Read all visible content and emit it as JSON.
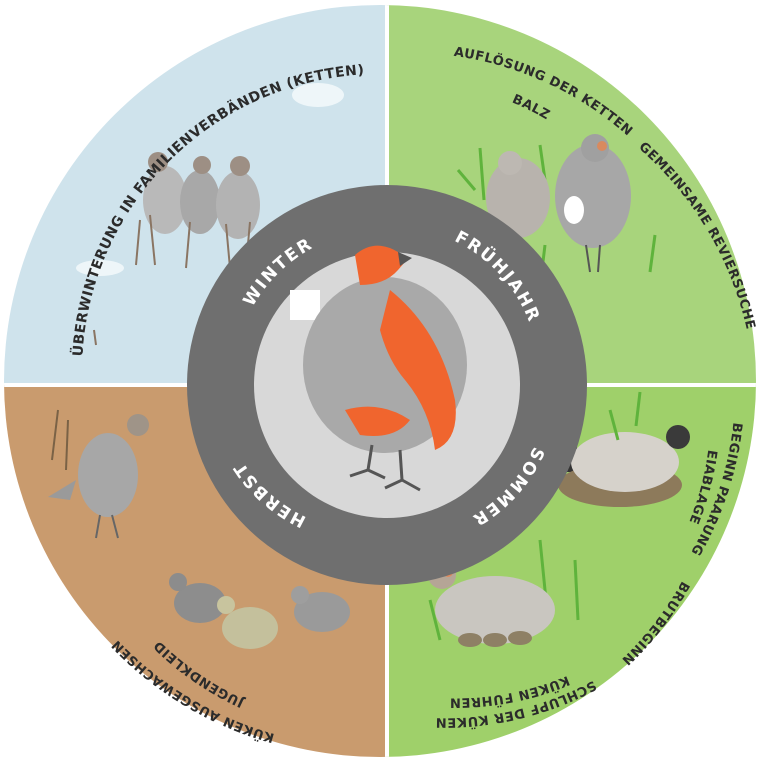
{
  "colors": {
    "winter_bg": "#cfe3ec",
    "spring_bg": "#a8d47c",
    "summer_bg": "#9fd06a",
    "autumn_bg": "#c99b6e",
    "ring": "#6f6f6f",
    "ring_inner": "#d8d8d8",
    "accent_orange": "#f0652e",
    "bird_grey": "#a9a9a9",
    "label_text": "#2b2b2b"
  },
  "seasons": {
    "winter": "WINTER",
    "spring": "FRÜHJAHR",
    "summer": "SOMMER",
    "autumn": "HERBST"
  },
  "phases": {
    "winter_flocks": "ÜBERWINTERUNG IN FAMILIENVERBÄNDEN (KETTEN)",
    "coveys_break_up": "AUFLÖSUNG DER KETTEN",
    "courtship": "BALZ",
    "territory_search": "GEMEINSAME REVIERSUCHE",
    "pairing": "BEGINN PAARUNG",
    "egg_laying": "EIABLAGE",
    "brooding": "BRUTBEGINN",
    "hatching": "SCHLUPF DER KÜKEN",
    "leading_chicks": "KÜKEN FÜHREN",
    "juvenile_plumage": "JUGENDKLEID",
    "chicks_grown": "KÜKEN AUSGEWACHSEN"
  },
  "icons": {
    "center": "partridge-icon",
    "winter_scene": "partridge-flock-icon",
    "spring_scene": "partridge-pair-icon",
    "summer_scene": "partridge-nest-icon",
    "autumn_scene": "partridge-juveniles-icon"
  }
}
